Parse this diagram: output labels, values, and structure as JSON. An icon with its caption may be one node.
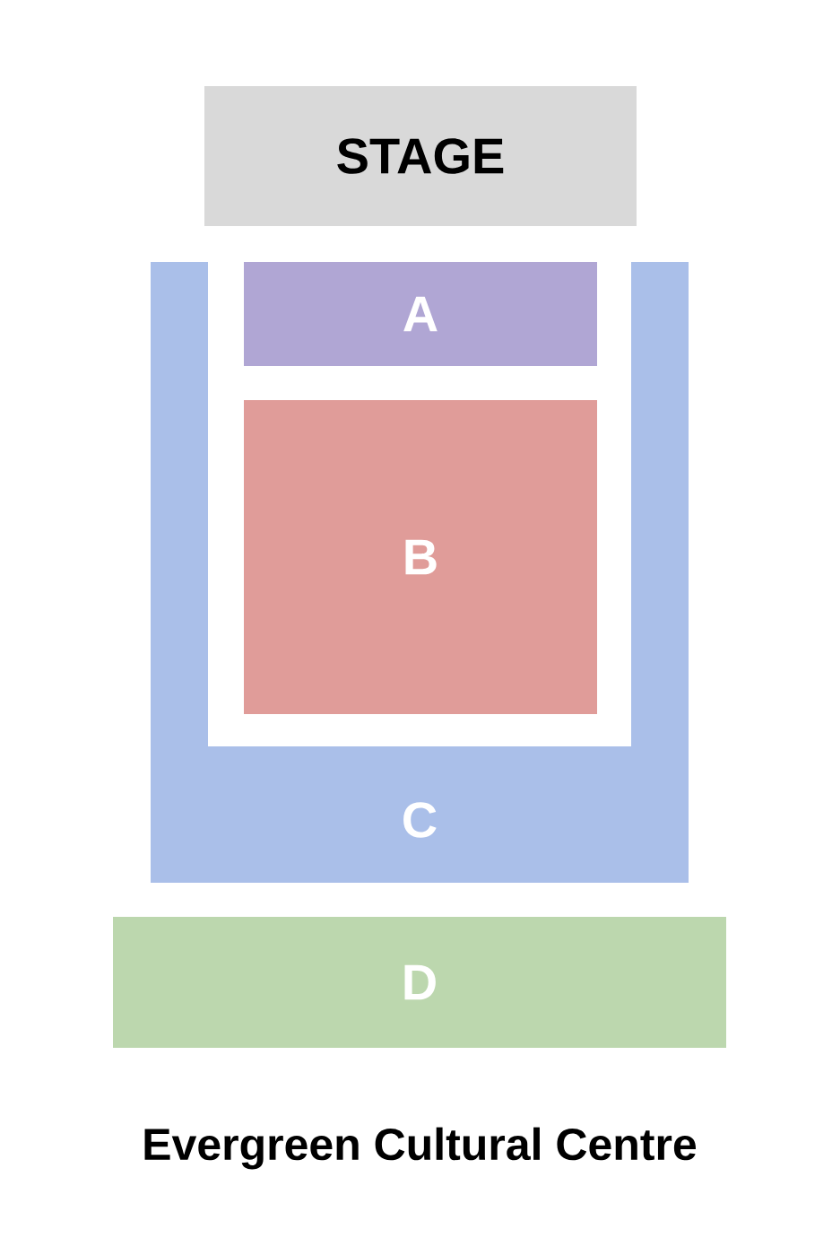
{
  "diagram": {
    "title": "Evergreen Cultural Centre",
    "nodes": [
      {
        "text": [
          "STAGE"
        ]
      },
      {
        "text": [
          "A"
        ]
      },
      {
        "text": [
          "B"
        ]
      },
      {
        "text": [
          "C"
        ]
      },
      {
        "text": [
          "D"
        ]
      }
    ]
  }
}
